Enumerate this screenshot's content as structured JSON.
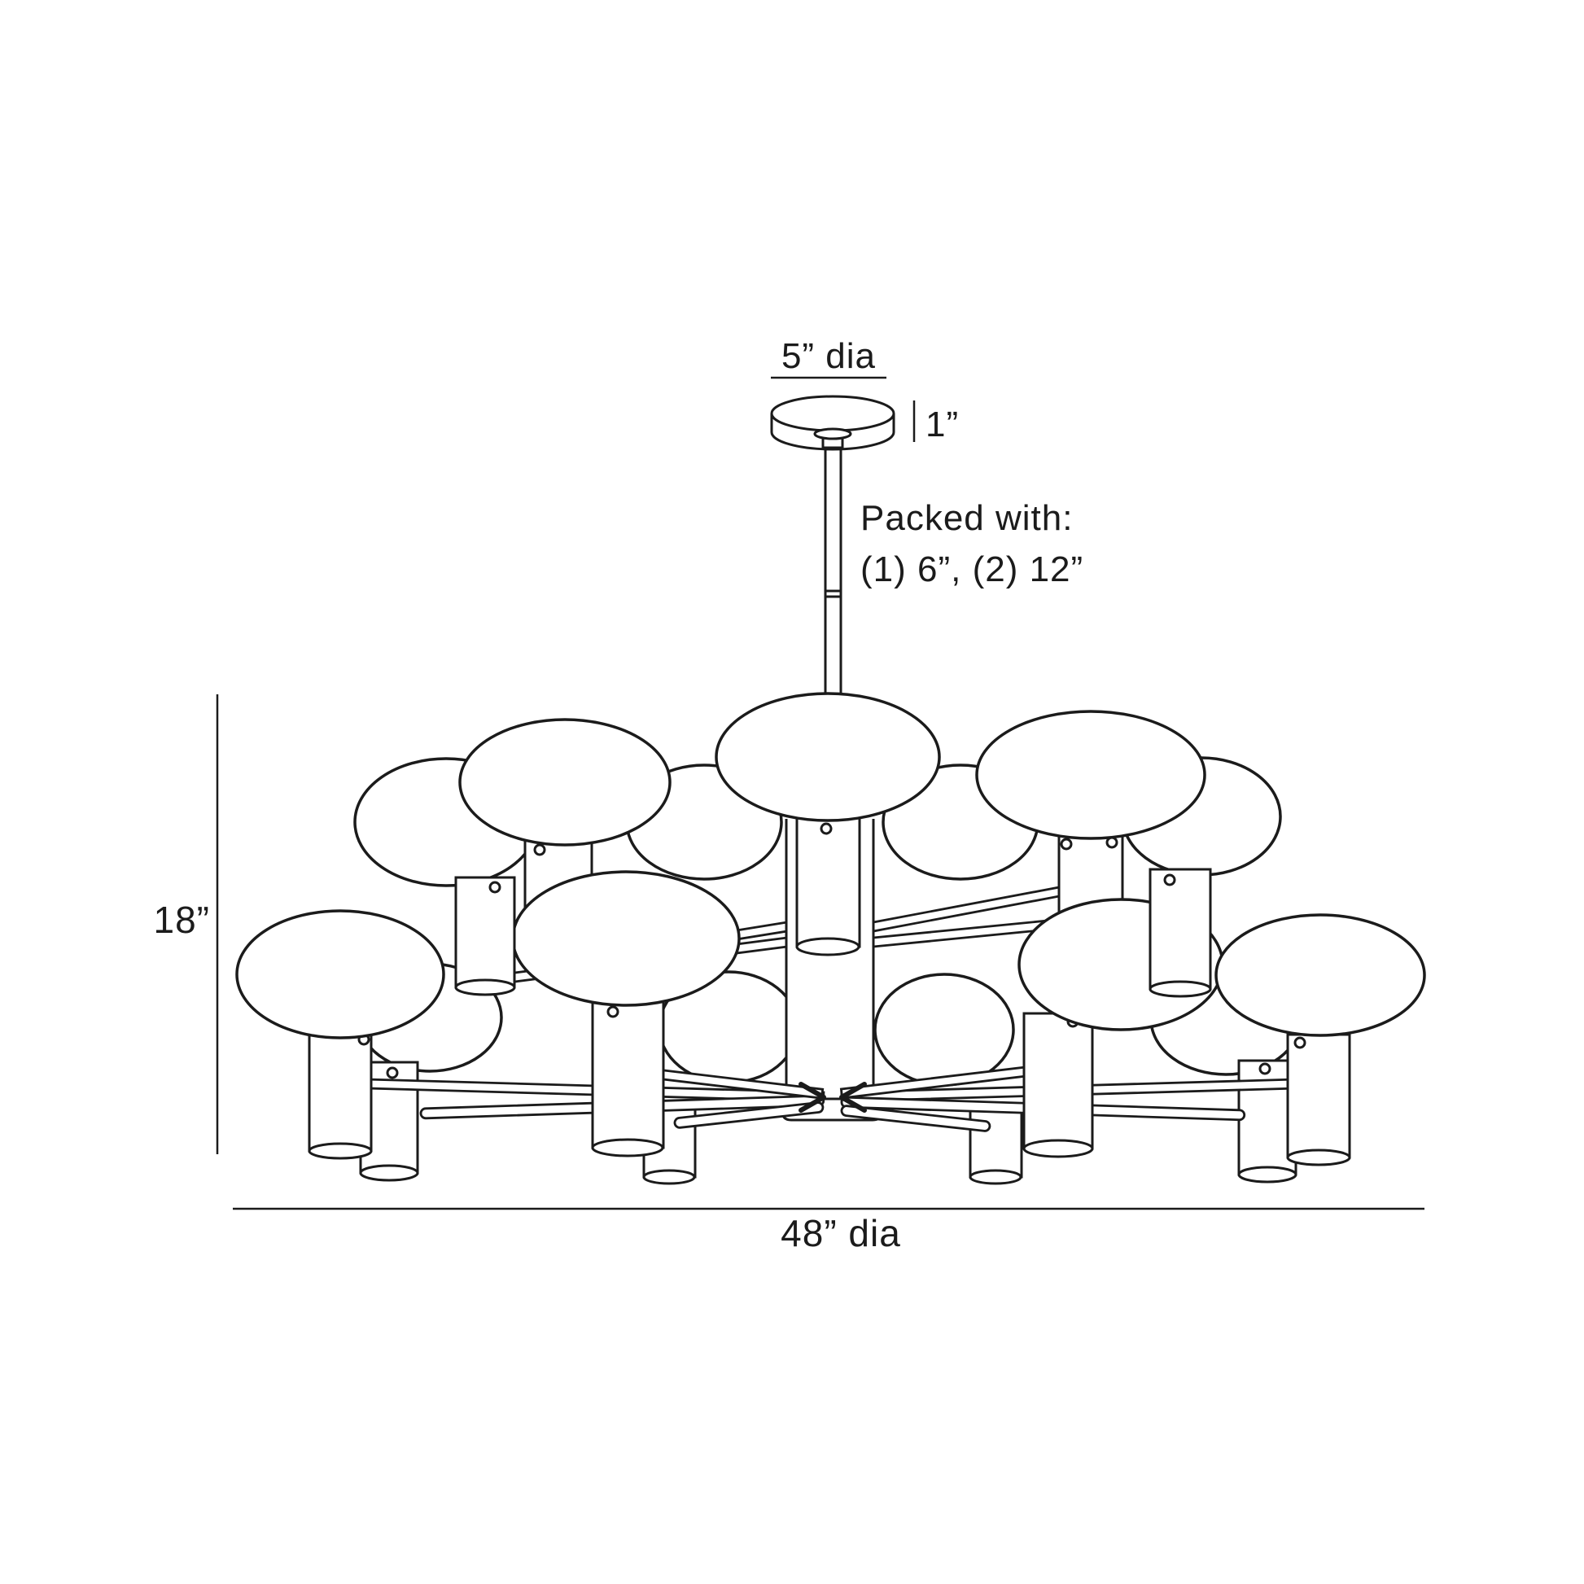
{
  "title": "chandelier-dimension-drawing",
  "dimensions": {
    "canopy_diameter": "5” dia",
    "canopy_height": "1”",
    "fixture_height": "18”",
    "fixture_diameter": "48” dia"
  },
  "packing_note": {
    "line1": "Packed with:",
    "line2": "(1) 6”, (2) 12”"
  },
  "style": {
    "line_color": "#1b1b1b",
    "background": "#ffffff"
  }
}
